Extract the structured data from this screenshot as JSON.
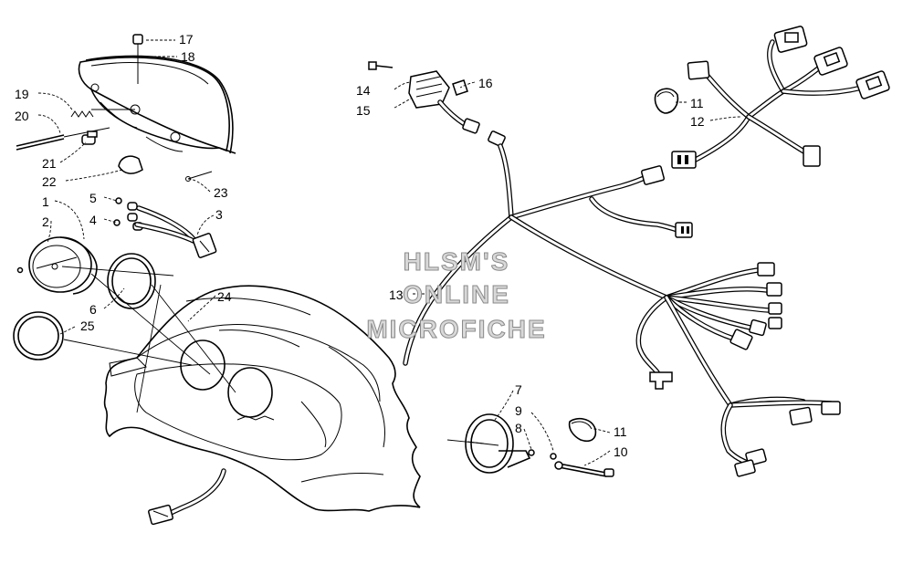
{
  "watermark": {
    "line1": "HLSM'S",
    "line2": "ONLINE",
    "line3": "MICROFICHE"
  },
  "callouts": [
    {
      "id": "c17",
      "label": "17"
    },
    {
      "id": "c18",
      "label": "18"
    },
    {
      "id": "c19",
      "label": "19"
    },
    {
      "id": "c20",
      "label": "20"
    },
    {
      "id": "c21",
      "label": "21"
    },
    {
      "id": "c22",
      "label": "22"
    },
    {
      "id": "c23",
      "label": "23"
    },
    {
      "id": "c5",
      "label": "5"
    },
    {
      "id": "c4",
      "label": "4"
    },
    {
      "id": "c3",
      "label": "3"
    },
    {
      "id": "c1",
      "label": "1"
    },
    {
      "id": "c2",
      "label": "2"
    },
    {
      "id": "c6",
      "label": "6"
    },
    {
      "id": "c25",
      "label": "25"
    },
    {
      "id": "c24",
      "label": "24"
    },
    {
      "id": "c14",
      "label": "14"
    },
    {
      "id": "c15",
      "label": "15"
    },
    {
      "id": "c16",
      "label": "16"
    },
    {
      "id": "c13",
      "label": "13"
    },
    {
      "id": "c11a",
      "label": "11"
    },
    {
      "id": "c12",
      "label": "12"
    },
    {
      "id": "c7",
      "label": "7"
    },
    {
      "id": "c9",
      "label": "9"
    },
    {
      "id": "c8",
      "label": "8"
    },
    {
      "id": "c11b",
      "label": "11"
    },
    {
      "id": "c10",
      "label": "10"
    }
  ]
}
